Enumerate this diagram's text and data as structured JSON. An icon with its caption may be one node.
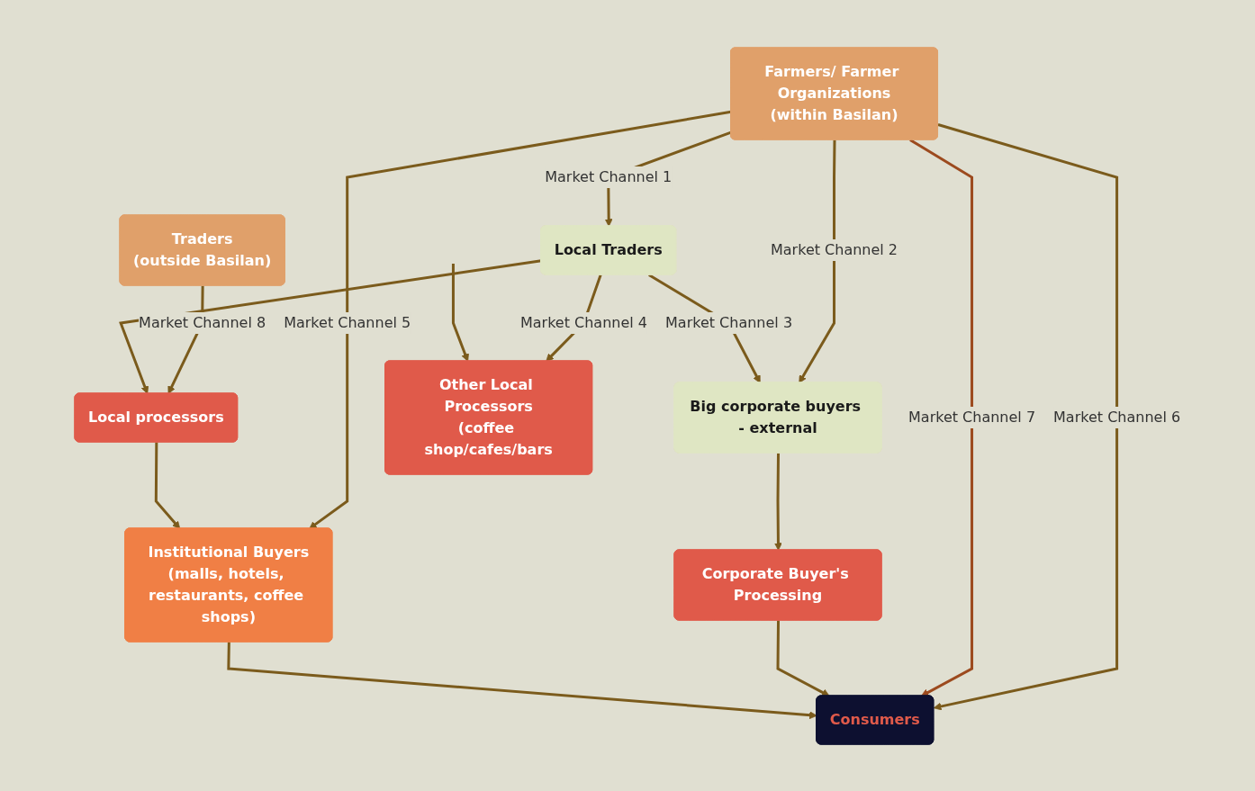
{
  "diagram": {
    "nodes": [
      {
        "text": [
          "Traders",
          "(outside Basilan)"
        ]
      },
      {
        "text": [
          "Farmers/ Farmer Organizations",
          "(within Basilan)"
        ]
      },
      {
        "text": [
          "Big corporate buyers - external"
        ]
      },
      {
        "text": [
          "Local Traders"
        ]
      },
      {
        "text": [
          "Corporate Buyer's Processing"
        ]
      },
      {
        "text": [
          "Local processors"
        ]
      },
      {
        "text": [
          "Other Local Processors",
          "(coffee shop/cafes/bars"
        ]
      },
      {
        "text": [
          "Institutional Buyers",
          "(malls, hotels, restaurants, coffee shops)"
        ]
      },
      {
        "text": [
          "Consumers"
        ]
      }
    ],
    "edges": [
      {
        "from": 0,
        "to": 5,
        "arrow": "to",
        "label": "Market Channel 8"
      },
      {
        "from": 1,
        "to": 2,
        "arrow": "to",
        "label": "Market Channel 2"
      },
      {
        "from": 1,
        "to": 3,
        "arrow": "to",
        "label": "Market Channel 1"
      },
      {
        "from": 3,
        "to": 2,
        "arrow": "to",
        "label": "Market Channel 3"
      },
      {
        "from": 3,
        "to": 6,
        "arrow": "to",
        "label": "Market Channel 4"
      },
      {
        "from": 1,
        "to": 7,
        "arrow": "to",
        "label": "Market Channel 5"
      },
      {
        "from": 1,
        "to": 8,
        "arrow": "to",
        "label": "Market Channel 6"
      },
      {
        "from": 1,
        "to": 8,
        "arrow": "to",
        "label": "Market Channel 7",
        "color": "#9c4a1e"
      },
      {
        "from": null,
        "to": 6,
        "arrow": "to"
      },
      {
        "from": 2,
        "to": 4,
        "arrow": "to"
      },
      {
        "from": 3,
        "to": 5,
        "arrow": "to"
      },
      {
        "from": 4,
        "to": 8,
        "arrow": "to"
      },
      {
        "from": 5,
        "to": 7,
        "arrow": "to"
      },
      {
        "from": 7,
        "to": 8,
        "arrow": "to"
      }
    ]
  }
}
